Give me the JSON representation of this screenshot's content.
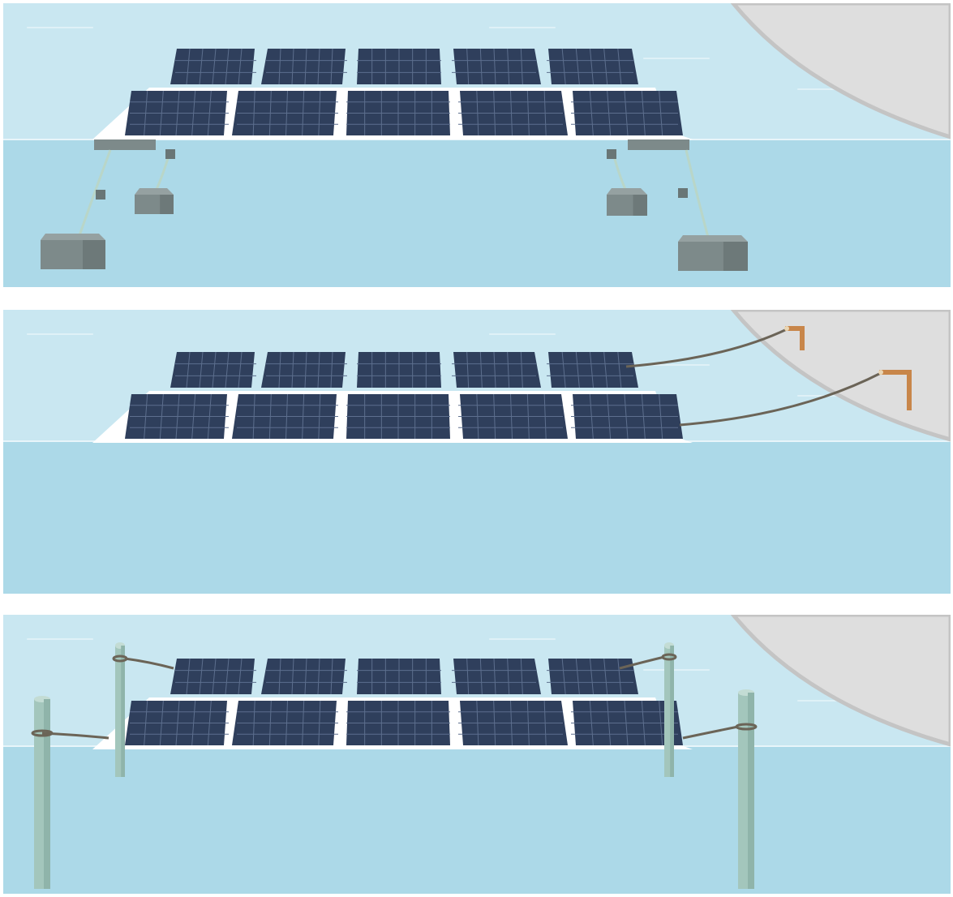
{
  "figure": {
    "panels": [
      {
        "mooring": "anchor-blocks"
      },
      {
        "mooring": "shore-cables"
      },
      {
        "mooring": "piles"
      }
    ]
  },
  "colors": {
    "water_surface": "#c9e7f1",
    "water_body": "#acd9e8",
    "shore": "#dedede",
    "shore_edge": "#c4c4c4",
    "panel": "#2f3f5c",
    "panel_grid": "#5d6f8e",
    "float_platform": "#ffffff",
    "anchor_block": "#7d8a8a",
    "shore_post": "#c8864a",
    "pile": "#a3c6bc",
    "cable": "#6b6457"
  },
  "icons": [
    "solar-panel-icon",
    "anchor-block-icon",
    "shore-post-icon",
    "mooring-pile-icon"
  ]
}
